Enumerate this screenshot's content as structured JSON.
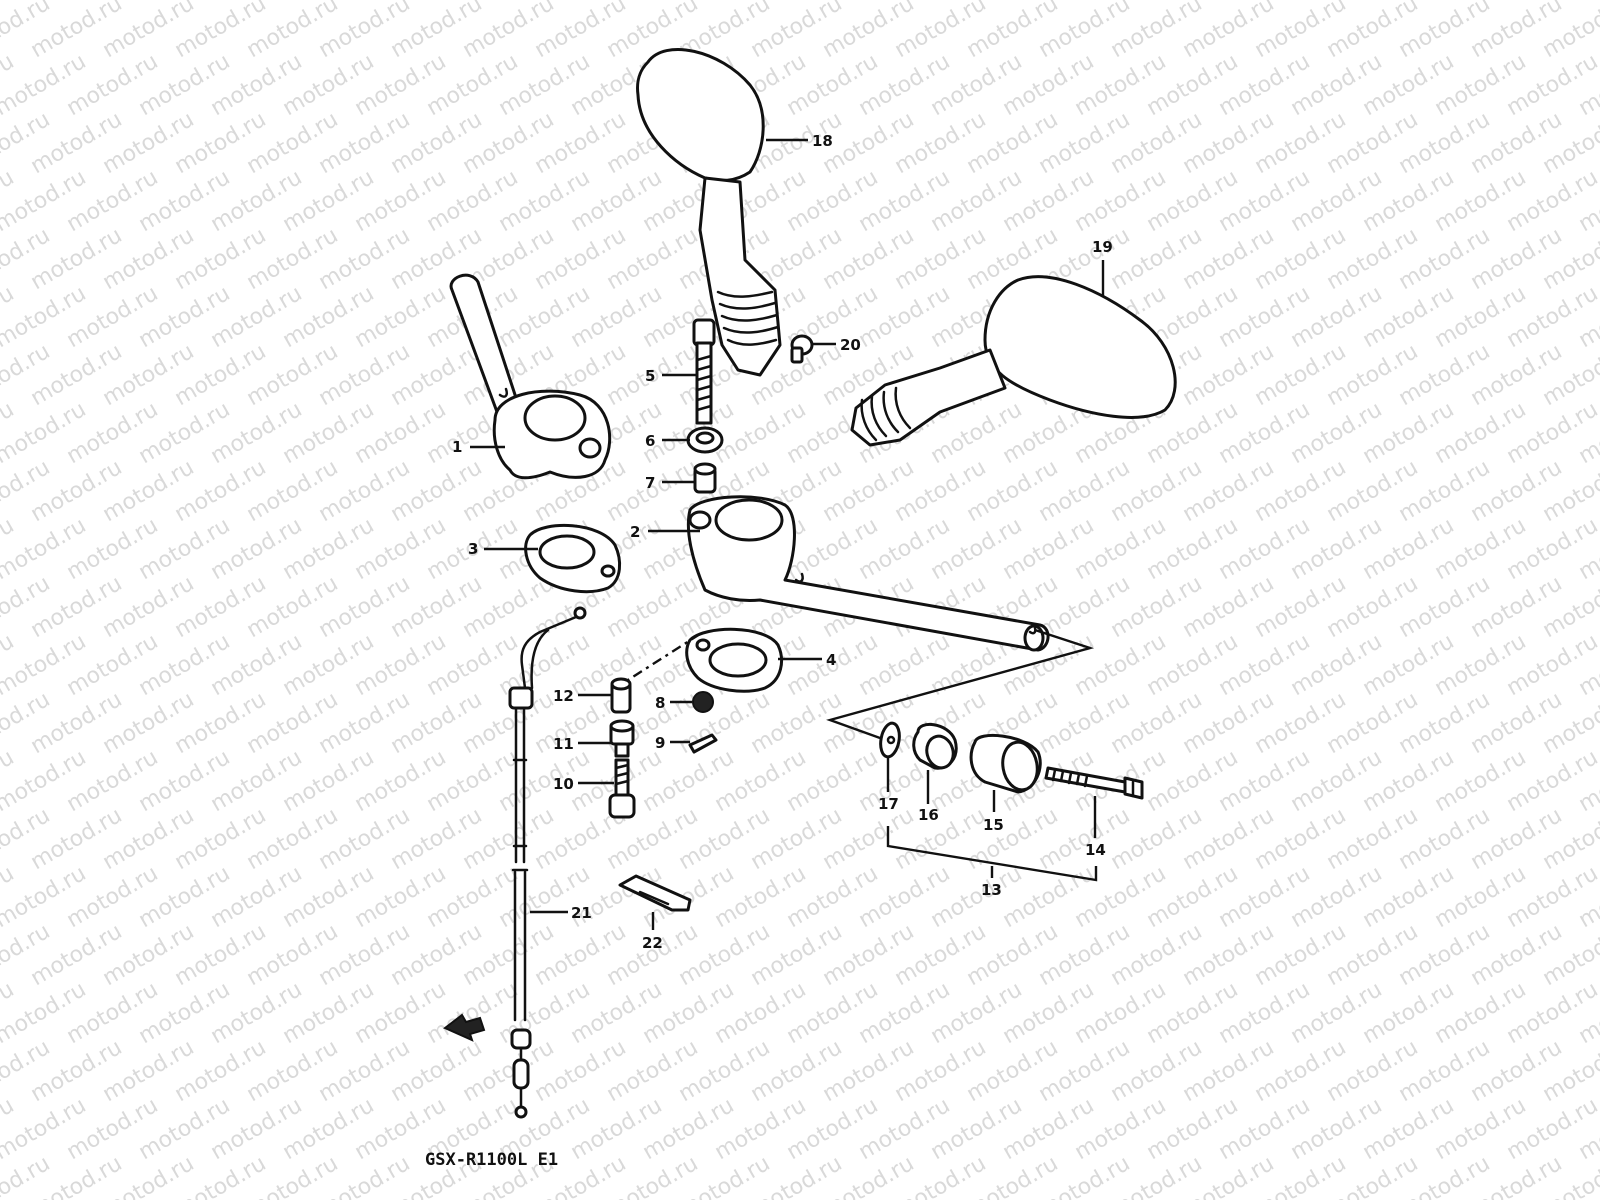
{
  "watermark": {
    "text": "motod.ru",
    "color": "#d9d9d9"
  },
  "model_label": "GSX-R1100L E1",
  "callouts": [
    "1",
    "2",
    "3",
    "4",
    "5",
    "6",
    "7",
    "8",
    "9",
    "10",
    "11",
    "12",
    "13",
    "14",
    "15",
    "16",
    "17",
    "18",
    "19",
    "20",
    "21",
    "22"
  ],
  "icons": [
    "front-direction-arrow-icon"
  ]
}
